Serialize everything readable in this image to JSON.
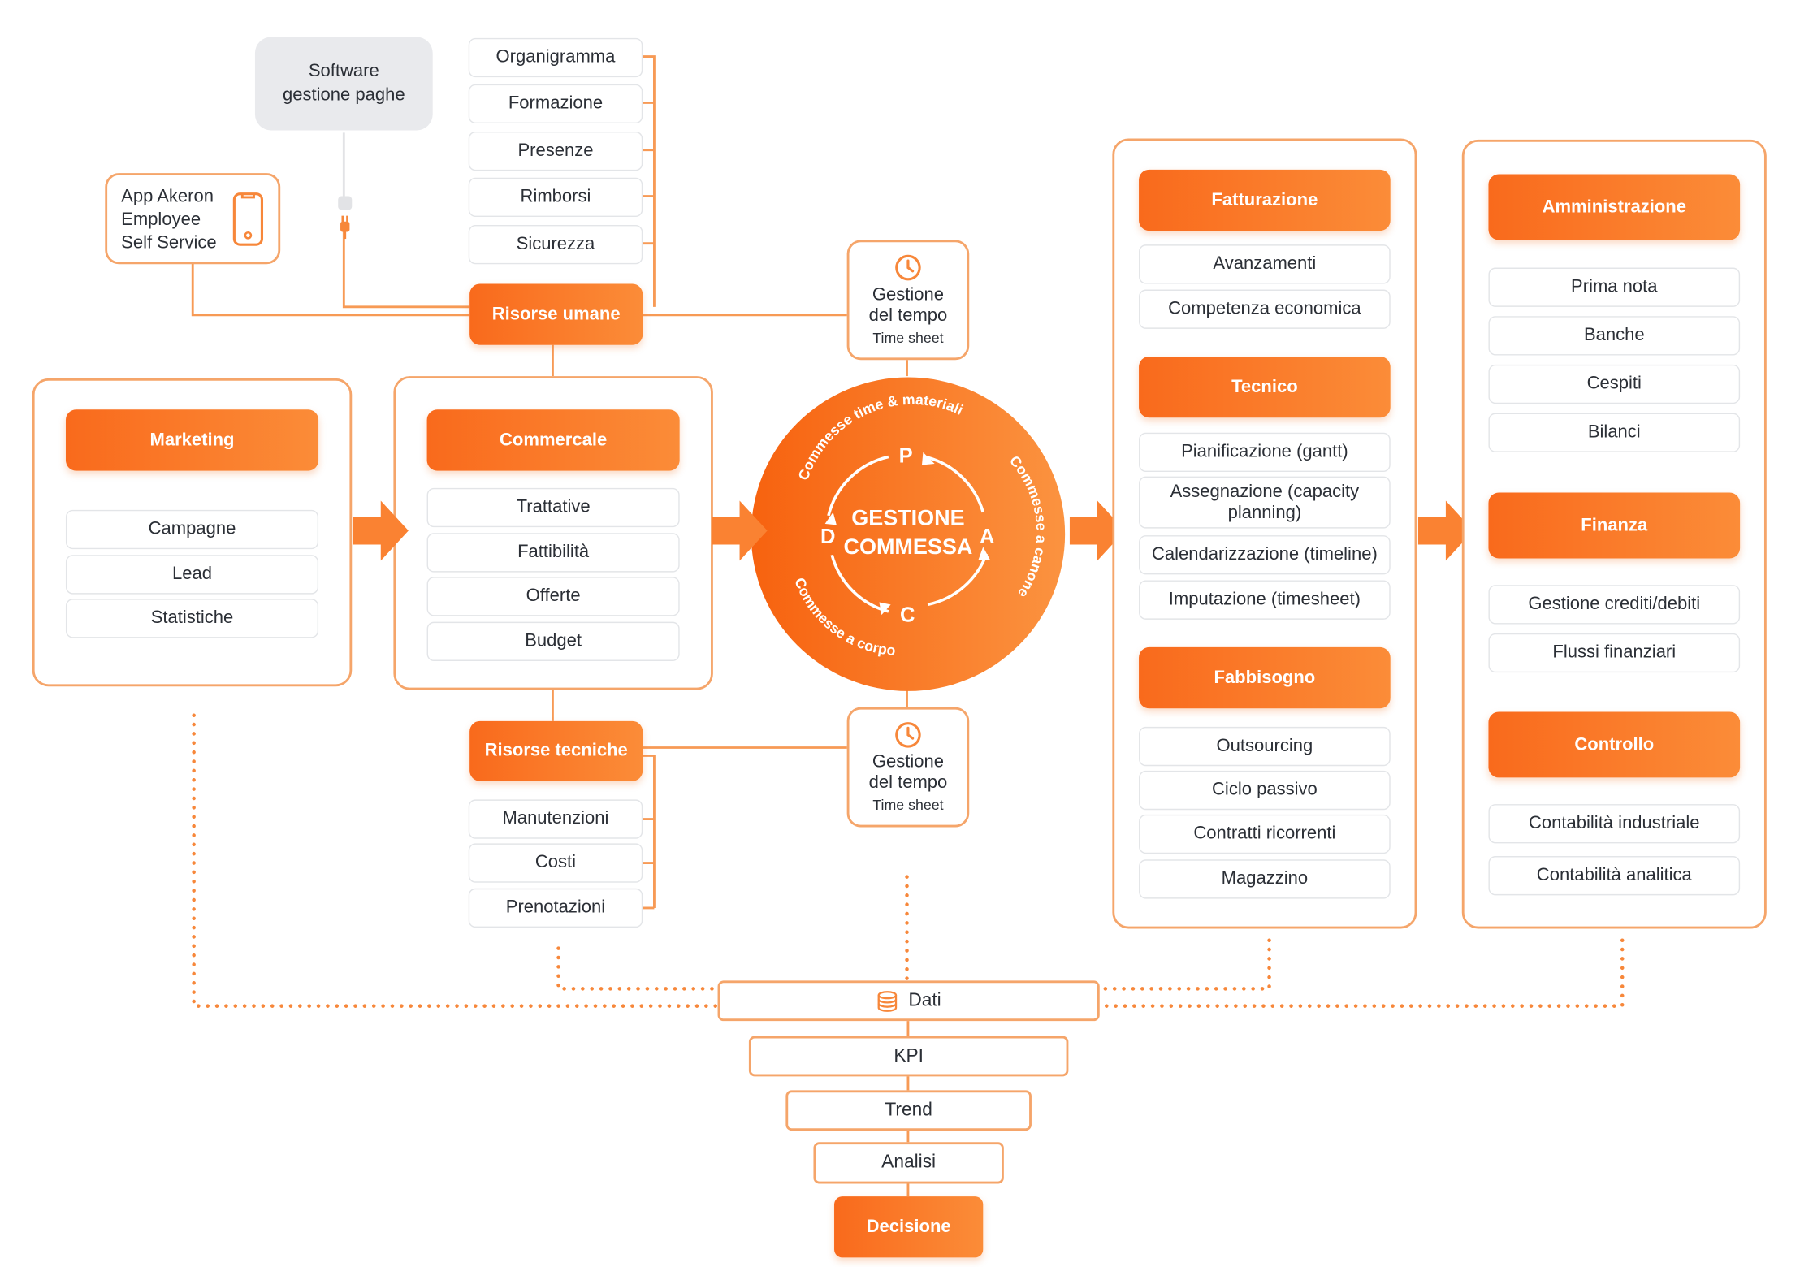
{
  "software": {
    "label_line1": "Software",
    "label_line2": "gestione paghe"
  },
  "app": {
    "line1": "App Akeron",
    "line2": "Employee",
    "line3": "Self Service",
    "icon": "smartphone-icon"
  },
  "hr": {
    "items": [
      "Organigramma",
      "Formazione",
      "Presenze",
      "Rimborsi",
      "Sicurezza"
    ],
    "header": "Risorse umane"
  },
  "time_top": {
    "line1": "Gestione",
    "line2": "del tempo",
    "sub": "Time sheet",
    "icon": "clock-icon"
  },
  "time_bottom": {
    "line1": "Gestione",
    "line2": "del tempo",
    "sub": "Time sheet",
    "icon": "clock-icon"
  },
  "marketing": {
    "header": "Marketing",
    "items": [
      "Campagne",
      "Lead",
      "Statistiche"
    ]
  },
  "commercial": {
    "header": "Commercale",
    "items": [
      "Trattative",
      "Fattibilità",
      "Offerte",
      "Budget"
    ]
  },
  "tech_resources": {
    "header": "Risorse tecniche",
    "items": [
      "Manutenzioni",
      "Costi",
      "Prenotazioni"
    ]
  },
  "cycle": {
    "title_line1": "GESTIONE",
    "title_line2": "COMMESSA",
    "p": "P",
    "a": "A",
    "c": "C",
    "d": "D",
    "arc_top": "Commesse time & materiali",
    "arc_right": "Commesse a canone",
    "arc_bottom": "Commesse a corpo"
  },
  "operations": {
    "sections": [
      {
        "header": "Fatturazione",
        "items": [
          "Avanzamenti",
          "Competenza economica"
        ]
      },
      {
        "header": "Tecnico",
        "items": [
          "Pianificazione (gantt)",
          "Assegnazione (capacity planning)",
          "Calendarizzazione (timeline)",
          "Imputazione (timesheet)"
        ]
      },
      {
        "header": "Fabbisogno",
        "items": [
          "Outsourcing",
          "Ciclo passivo",
          "Contratti ricorrenti",
          "Magazzino"
        ]
      }
    ]
  },
  "admin": {
    "sections": [
      {
        "header": "Amministrazione",
        "items": [
          "Prima nota",
          "Banche",
          "Cespiti",
          "Bilanci"
        ]
      },
      {
        "header": "Finanza",
        "items": [
          "Gestione crediti/debiti",
          "Flussi finanziari"
        ]
      },
      {
        "header": "Controllo",
        "items": [
          "Contabilità industriale",
          "Contabilità analitica"
        ]
      }
    ]
  },
  "funnel": {
    "dati": "Dati",
    "dati_icon": "database-icon",
    "kpi": "KPI",
    "trend": "Trend",
    "analisi": "Analisi",
    "decisione": "Decisione"
  },
  "colors": {
    "accent": "#f97a2a",
    "accent_light": "#f5a56a",
    "border_gray": "#e3e5e8",
    "text": "#2b2f36"
  }
}
